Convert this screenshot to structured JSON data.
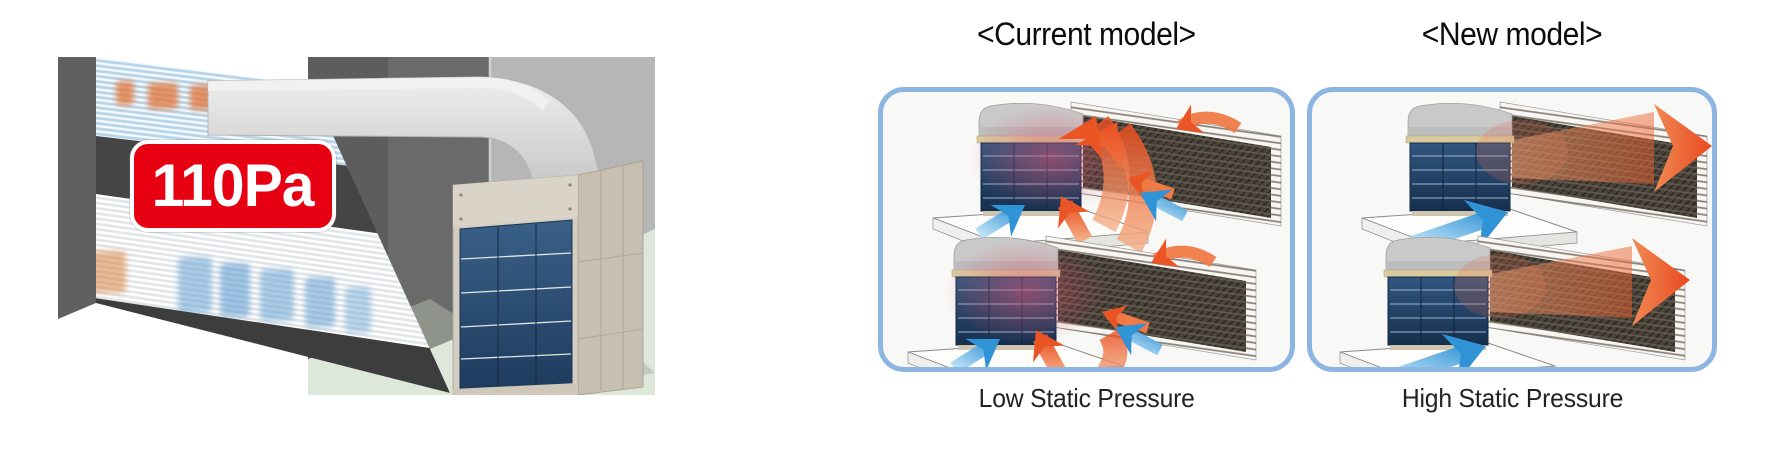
{
  "illustration": {
    "badge_label": "110Pa"
  },
  "comparison": {
    "current": {
      "title": "<Current model>",
      "caption": "Low Static Pressure"
    },
    "new": {
      "title": "<New model>",
      "caption": "High Static Pressure"
    }
  },
  "colors": {
    "badge_bg": "#e60012",
    "badge_text": "#ffffff",
    "panel_border": "#8cb5e2",
    "panel_bg": "#f8f8f6",
    "hot_air": "#e8491f",
    "cool_air": "#2f93d6",
    "floor_green": "#dde8da",
    "wall_dark_gray": "#6a6a6a",
    "wall_light_gray": "#b6b6b6",
    "unit_coil_navy": "#1d3a5c"
  }
}
